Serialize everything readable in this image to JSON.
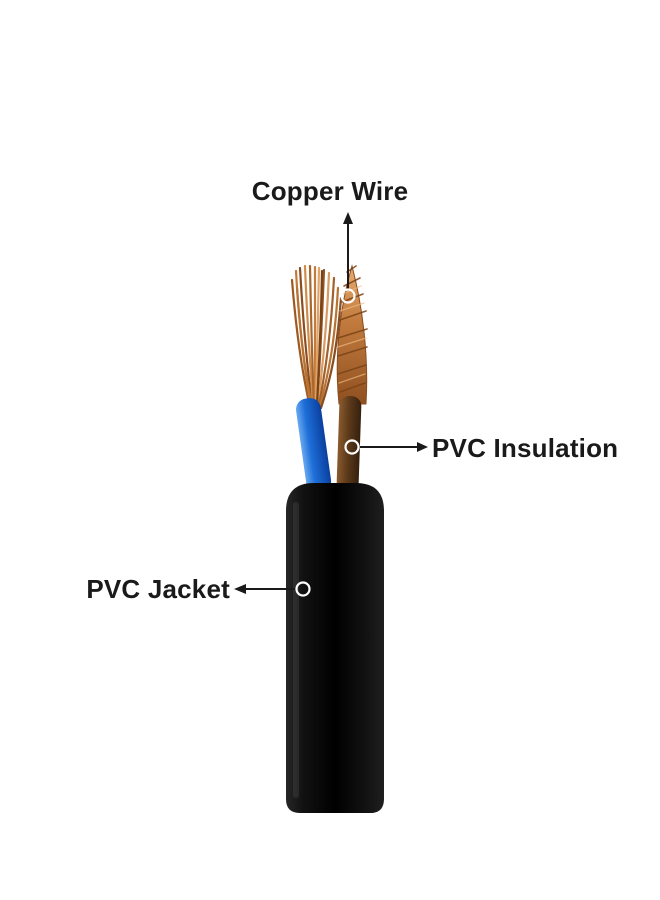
{
  "labels": {
    "copper_wire": "Copper Wire",
    "pvc_insulation": "PVC Insulation",
    "pvc_jacket": "PVC Jacket"
  },
  "colors": {
    "background": "#ffffff",
    "label_text": "#1a1a1a",
    "annotation_line": "#1a1a1a",
    "marker_ring": "#ffffff",
    "copper": "#b87333",
    "insulation_blue": "#1e6fd9",
    "insulation_brown": "#5d3a1a",
    "jacket_black": "#0d0d0d"
  }
}
